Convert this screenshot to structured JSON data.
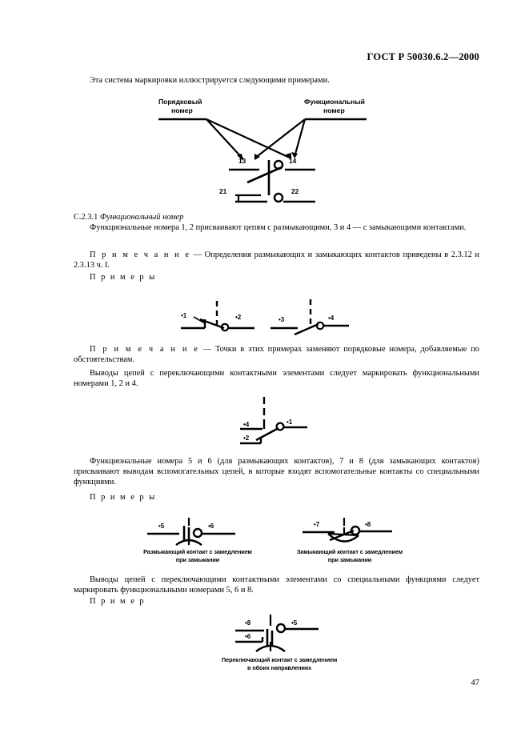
{
  "document": {
    "header": "ГОСТ Р 50030.6.2—2000",
    "page_number": "47"
  },
  "paragraphs": {
    "intro": "Эта система маркировки иллюстрируется следующими примерами.",
    "clause_heading_number": "С.2.3.1",
    "clause_heading_title": "Функциональный номер",
    "p1": "Функциональные номера 1, 2 присваивают цепям с размыкающими, 3 и 4 — с замыкающими контактами.",
    "note1_label": "П р и м е ч а н и е",
    "note1_text": " — Определения размыкающих  и замыкающих контактов приведены в 2.3.12 и 2.3.13 ч. I.",
    "examples_label_1": "П р и м е р ы",
    "note2_label": "П р и м е ч а н и е",
    "note2_text": " — Точки в этих примерах заменяют порядковые номера, добавляемые по обстоятельствам.",
    "p2": "Выводы цепей с переключающими контактными элементами следует маркировать функциональными номерами 1, 2 и 4.",
    "p3": "Функциональные номера 5 и 6 (для размыкающих контактов), 7 и 8 (для замыкающих контактов) присваивают выводам вспомогательных цепей, в которые входят вспомогательные контакты со специальными функциями.",
    "examples_label_2": "П р и м е р ы",
    "p4": "Выводы цепей с переключающими контактными элементами со специальными функциями следует маркировать функциональными номерами 5, 6 и 8.",
    "example_label_3": "П р и м е р"
  },
  "figure1": {
    "label_left_line1": "Порядковый",
    "label_left_line2": "номер",
    "label_right_line1": "Функциональный",
    "label_right_line2": "номер",
    "terminal_13": "13",
    "terminal_14": "14",
    "terminal_21": "21",
    "terminal_22": "22"
  },
  "figure2": {
    "nc_left": "•1",
    "nc_right": "•2",
    "no_left": "•3",
    "no_right": "•4"
  },
  "figure3": {
    "label_4": "•4",
    "label_2": "•2",
    "label_1": "•1"
  },
  "figure4": {
    "left": {
      "terminal_a": "•5",
      "terminal_b": "•6",
      "caption_line1": "Размыкающий контакт с замедлением",
      "caption_line2": "при замыкании"
    },
    "right": {
      "terminal_a": "•7",
      "terminal_b": "•8",
      "caption_line1": "Замыкающий контакт с замедлением",
      "caption_line2": "при замыкании"
    }
  },
  "figure5": {
    "terminal_8": "•8",
    "terminal_6": "•6",
    "terminal_5": "•5",
    "caption_line1": "Переключающий контакт с замедлением",
    "caption_line2": "в обоих направлениях"
  },
  "colors": {
    "ink": "#000000",
    "paper": "#ffffff"
  }
}
